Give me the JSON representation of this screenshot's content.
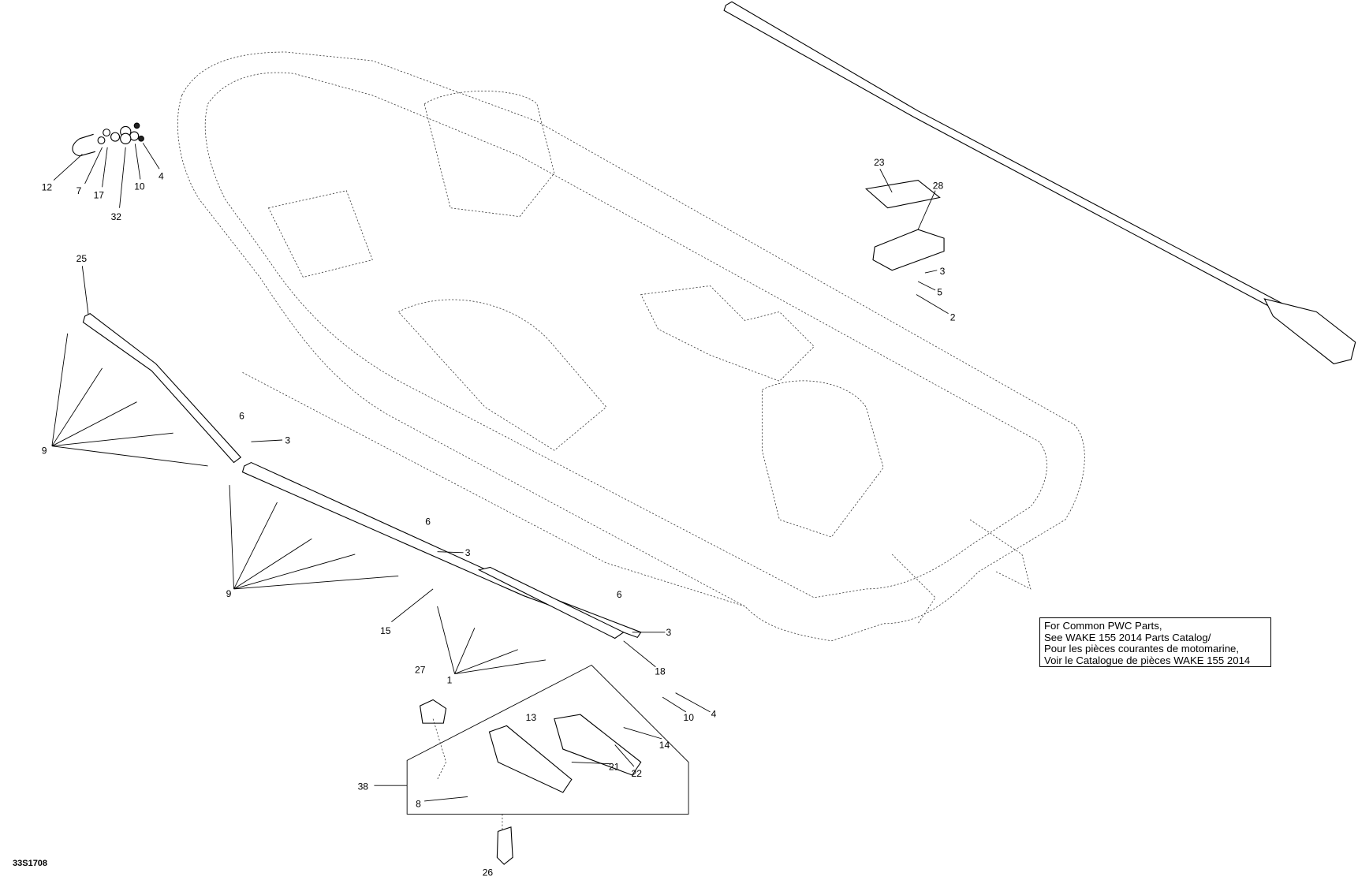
{
  "diagram": {
    "figure_code": "33S1708",
    "note_lines": [
      "For Common PWC Parts,",
      "See WAKE 155 2014 Parts Catalog/",
      "Pour les pièces courantes de motomarine,",
      "Voir le Catalogue de pièces WAKE 155 2014"
    ],
    "callouts": [
      "12",
      "7",
      "17",
      "10",
      "4",
      "32",
      "25",
      "9",
      "6",
      "3",
      "9",
      "6",
      "3",
      "15",
      "6",
      "3",
      "18",
      "1",
      "27",
      "13",
      "10",
      "4",
      "14",
      "21",
      "22",
      "38",
      "8",
      "26",
      "23",
      "28",
      "3",
      "5",
      "2"
    ]
  }
}
